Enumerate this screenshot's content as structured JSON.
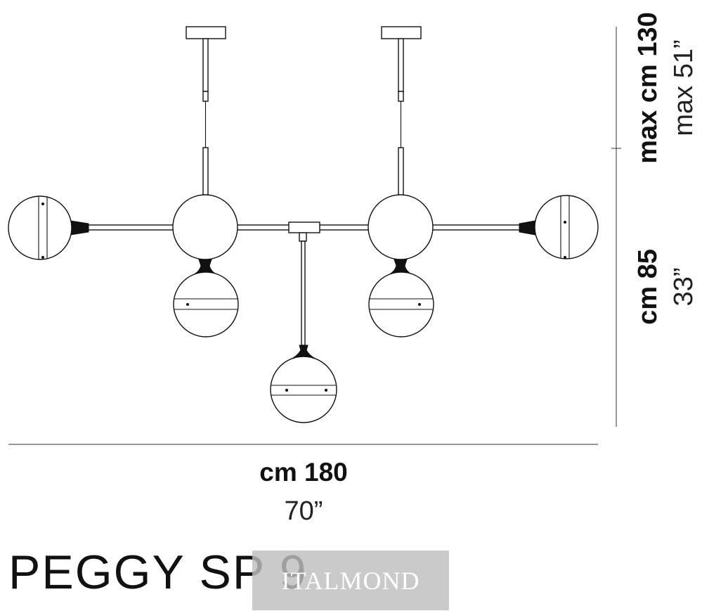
{
  "product": {
    "title": "PEGGY SP 9"
  },
  "dimensions": {
    "width": {
      "metric": "cm 180",
      "imperial": "70”"
    },
    "height": {
      "metric": "cm 85",
      "imperial": "33”"
    },
    "max_height": {
      "metric": "max cm 130",
      "imperial": "max 51”"
    }
  },
  "watermark": {
    "text": "ITALMOND"
  }
}
